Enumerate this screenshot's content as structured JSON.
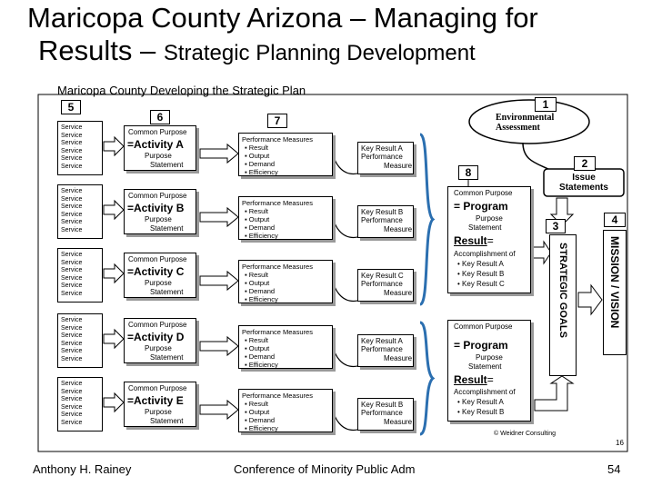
{
  "slide": {
    "title_line1": "Maricopa County Arizona – Managing for",
    "title_line2_big": "Results – ",
    "title_line2_small": "Strategic Planning Development"
  },
  "diagram": {
    "title": "Maricopa County Developing the Strategic Plan",
    "numbers": [
      "1",
      "2",
      "3",
      "4",
      "5",
      "6",
      "7",
      "8"
    ],
    "service_label": "Service",
    "common_purpose_label": "Common Purpose",
    "purpose_label": "Purpose",
    "statement_label": "Statement",
    "activities": [
      {
        "name": "=Activity A",
        "key_result": "Key Result A"
      },
      {
        "name": "=Activity B",
        "key_result": "Key Result B"
      },
      {
        "name": "=Activity C",
        "key_result": "Key Result C"
      },
      {
        "name": "=Activity D",
        "key_result": "Key Result A"
      },
      {
        "name": "=Activity E",
        "key_result": "Key Result B"
      }
    ],
    "performance_measures": {
      "heading": "Performance Measures",
      "items": [
        "Result",
        "Output",
        "Demand",
        "Efficiency"
      ]
    },
    "key_result_suffix1": "Performance",
    "key_result_suffix2": "Measure",
    "programs": [
      {
        "common_purpose": "Common Purpose",
        "eq_program": "= Program",
        "purpose": "Purpose",
        "statement": "Statement",
        "result": "Result",
        "result_eq": "=",
        "accomplishment": "Accomplishment of",
        "key_results": [
          "Key Result A",
          "Key Result B",
          "Key Result C"
        ]
      },
      {
        "common_purpose": "Common Purpose",
        "eq_program": "= Program",
        "purpose": "Purpose",
        "statement": "Statement",
        "result": "Result",
        "result_eq": "=",
        "accomplishment": "Accomplishment of",
        "key_results": [
          "Key Result A",
          "Key Result B"
        ]
      }
    ],
    "environmental": "Environmental",
    "assessment": "Assessment",
    "issue_statements_1": "Issue",
    "issue_statements_2": "Statements",
    "strategic_goals": "STRATEGIC GOALS",
    "mission_vision": "MISSION / VISION",
    "copyright": "© Weidner Consulting",
    "page_small": "16"
  },
  "footer": {
    "author": "Anthony H. Rainey",
    "conference": "Conference of Minority Public Adm",
    "page": "54"
  }
}
